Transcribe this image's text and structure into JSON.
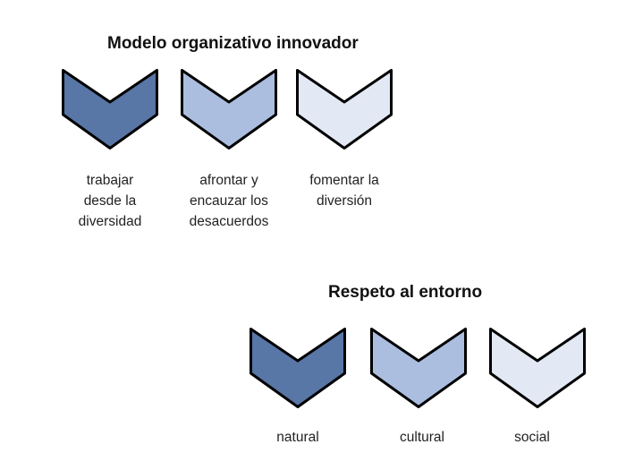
{
  "colors": {
    "dark": "#5876a6",
    "medium": "#abbedf",
    "light": "#e2e9f5",
    "outline": "#000000"
  },
  "groups": [
    {
      "title": "Modelo organizativo innovador",
      "items": [
        {
          "lines": [
            "trabajar",
            "desde la",
            "diversidad"
          ],
          "shade": "dark"
        },
        {
          "lines": [
            "afrontar y",
            "encauzar los",
            "desacuerdos"
          ],
          "shade": "medium"
        },
        {
          "lines": [
            "fomentar la",
            "diversión"
          ],
          "shade": "light"
        }
      ]
    },
    {
      "title": "Respeto al entorno",
      "items": [
        {
          "lines": [
            "natural"
          ],
          "shade": "dark"
        },
        {
          "lines": [
            "cultural"
          ],
          "shade": "medium"
        },
        {
          "lines": [
            "social"
          ],
          "shade": "light"
        }
      ]
    }
  ]
}
